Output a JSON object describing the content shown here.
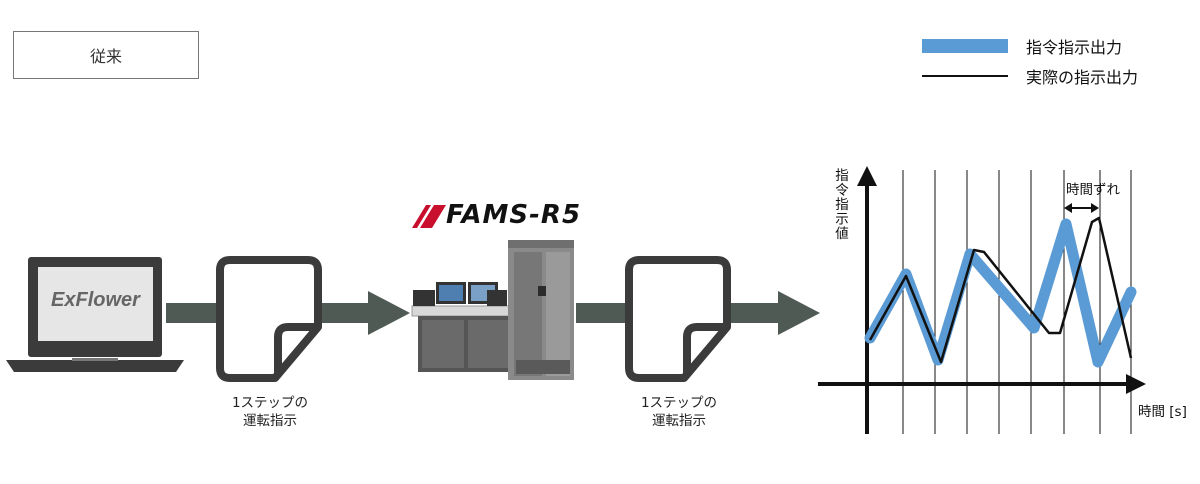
{
  "mode_label": "従来",
  "legend": {
    "command_output": "指令指示出力",
    "actual_output": "実際の指示出力"
  },
  "software": {
    "name": "ExFlower"
  },
  "controller": {
    "logo": "FAMS-R5"
  },
  "captions": {
    "doc1_line1": "1ステップの",
    "doc1_line2": "運転指示",
    "doc2_line1": "1ステップの",
    "doc2_line2": "運転指示"
  },
  "graph": {
    "ylabel": "指令指示値",
    "xlabel": "時間 [s]",
    "annotation": "時間ずれ"
  },
  "colors": {
    "arrow": "#505a55",
    "command_line": "#5b9bd5",
    "actual_line": "#111111"
  }
}
